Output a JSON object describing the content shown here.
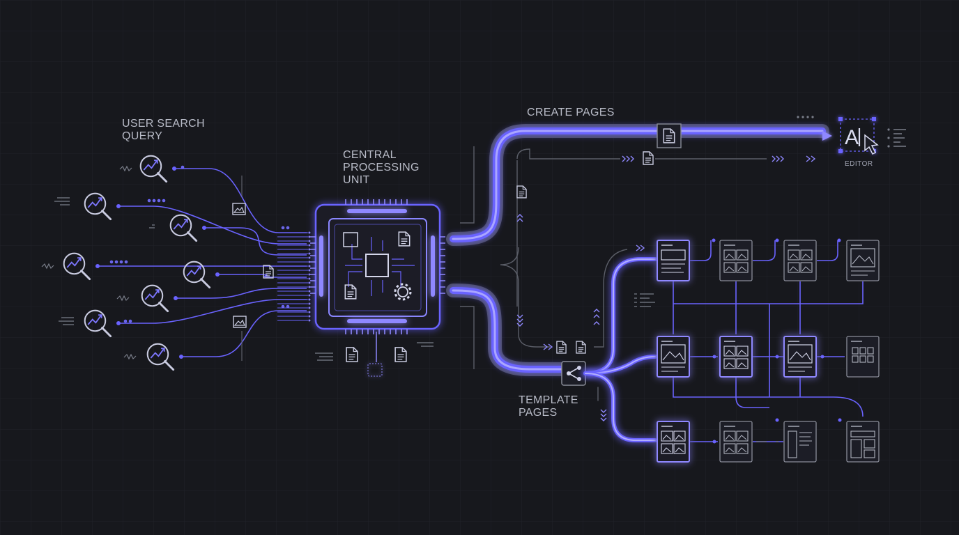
{
  "labels": {
    "user_search_query": [
      "USER SEARCH",
      "QUERY"
    ],
    "central_processing_unit": [
      "CENTRAL",
      "PROCESSING",
      "UNIT"
    ],
    "create_pages": "CREATE PAGES",
    "template_pages": [
      "TEMPLATE",
      "PAGES"
    ],
    "editor": "EDITOR"
  },
  "icons": {
    "query_icon": "search-trend-icon",
    "document_icon": "document-icon",
    "image_icon": "image-icon",
    "chip_icon": "chip-icon",
    "gear_icon": "gear-icon",
    "branch_icon": "branch-icon",
    "editor_icon": "text-cursor-icon",
    "page_template_icon": "page-template-icon"
  },
  "colors": {
    "background": "#17181d",
    "grid": "#202229",
    "accent": "#6a63ff",
    "accent_glow": "#8f88ff",
    "line_gray": "#5b5e68",
    "label_text": "#b9bcc8"
  }
}
